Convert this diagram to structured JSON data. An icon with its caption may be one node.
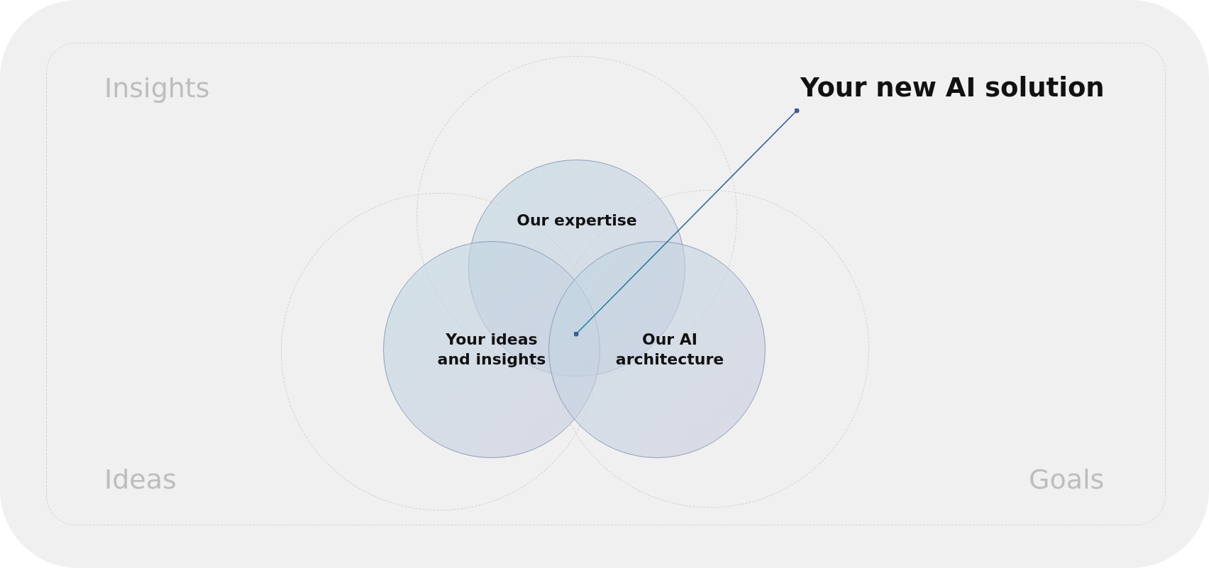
{
  "diagram": {
    "nodes": [
      {
        "text": [
          "Your new AI solution"
        ]
      },
      {
        "text": [
          "Our expertise"
        ]
      },
      {
        "text": [
          "Your ideas and insights"
        ]
      },
      {
        "text": [
          "Our AI architecture"
        ]
      }
    ],
    "edges": [
      {
        "from": 0,
        "to": 1,
        "arrow": "other"
      }
    ],
    "labels": [
      "Insights",
      "Ideas",
      "Goals"
    ]
  }
}
